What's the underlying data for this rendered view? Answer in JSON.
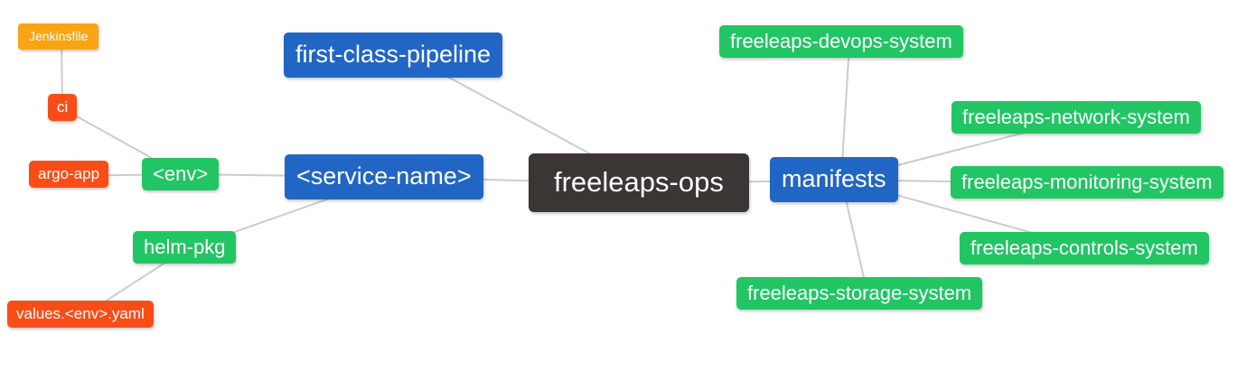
{
  "nodes": {
    "freeleaps_ops": {
      "label": "freeleaps-ops",
      "color": "#3b3633",
      "role": "root"
    },
    "first_class_pipeline": {
      "label": "first-class-pipeline",
      "color": "#2166c4",
      "role": "branch"
    },
    "service_name": {
      "label": "<service-name>",
      "color": "#2166c4",
      "role": "branch"
    },
    "manifests": {
      "label": "manifests",
      "color": "#2166c4",
      "role": "branch"
    },
    "env": {
      "label": "<env>",
      "color": "#22c564",
      "role": "leaf"
    },
    "helm_pkg": {
      "label": "helm-pkg",
      "color": "#22c564",
      "role": "leaf"
    },
    "argo_app": {
      "label": "argo-app",
      "color": "#f94d17",
      "role": "leaf"
    },
    "ci": {
      "label": "ci",
      "color": "#f94d17",
      "role": "leaf"
    },
    "jenkinsfile": {
      "label": "Jenkinsfile",
      "color": "#f9a413",
      "role": "leaf"
    },
    "values_env_yaml": {
      "label": "values.<env>.yaml",
      "color": "#f94d17",
      "role": "leaf"
    },
    "devops_system": {
      "label": "freeleaps-devops-system",
      "color": "#22c564",
      "role": "leaf"
    },
    "network_system": {
      "label": "freeleaps-network-system",
      "color": "#22c564",
      "role": "leaf"
    },
    "monitoring_system": {
      "label": "freeleaps-monitoring-system",
      "color": "#22c564",
      "role": "leaf"
    },
    "controls_system": {
      "label": "freeleaps-controls-system",
      "color": "#22c564",
      "role": "leaf"
    },
    "storage_system": {
      "label": "freeleaps-storage-system",
      "color": "#22c564",
      "role": "leaf"
    }
  },
  "edges": [
    [
      "jenkinsfile",
      "ci"
    ],
    [
      "ci",
      "env"
    ],
    [
      "argo_app",
      "env"
    ],
    [
      "env",
      "service_name"
    ],
    [
      "helm_pkg",
      "service_name"
    ],
    [
      "values_env_yaml",
      "helm_pkg"
    ],
    [
      "first_class_pipeline",
      "freeleaps_ops"
    ],
    [
      "service_name",
      "freeleaps_ops"
    ],
    [
      "freeleaps_ops",
      "manifests"
    ],
    [
      "manifests",
      "devops_system"
    ],
    [
      "manifests",
      "network_system"
    ],
    [
      "manifests",
      "monitoring_system"
    ],
    [
      "manifests",
      "controls_system"
    ],
    [
      "manifests",
      "storage_system"
    ]
  ],
  "colors": {
    "background": "#ffffff",
    "edge": "#cccccc",
    "root": "#3b3633",
    "branch_blue": "#2166c4",
    "leaf_green": "#22c564",
    "leaf_red": "#f94d17",
    "leaf_orange": "#f9a413",
    "text": "#ffffff"
  }
}
